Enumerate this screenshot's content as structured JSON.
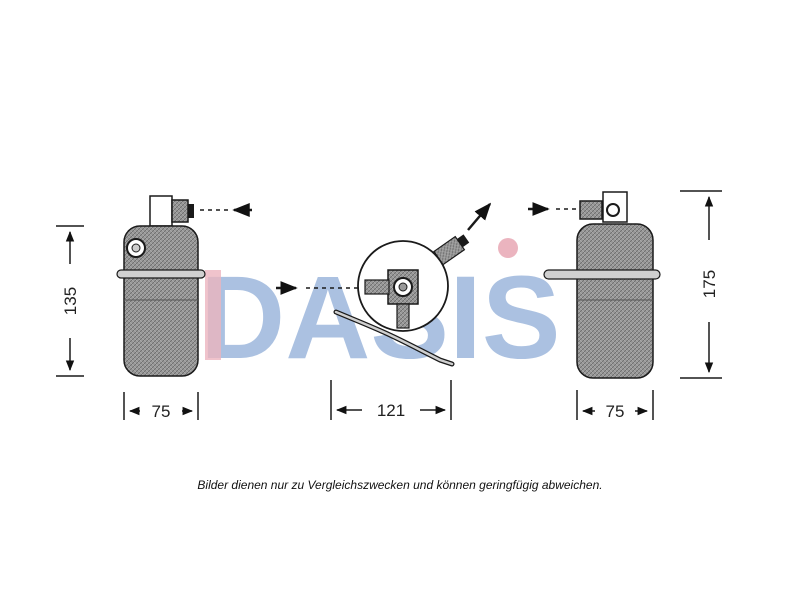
{
  "watermark": {
    "text": "DASIS"
  },
  "dimensions": {
    "left_height": "135",
    "left_width": "75",
    "center_width": "121",
    "right_width": "75",
    "right_height": "175"
  },
  "caption": "Bilder dienen nur zu Vergleichszwecken und können geringfügig abweichen.",
  "colors": {
    "watermark_blue": "#9db7dc",
    "watermark_red": "#e8a8b4",
    "drawing": "#1a1a1a",
    "body_fill": "#8c8c8c"
  }
}
